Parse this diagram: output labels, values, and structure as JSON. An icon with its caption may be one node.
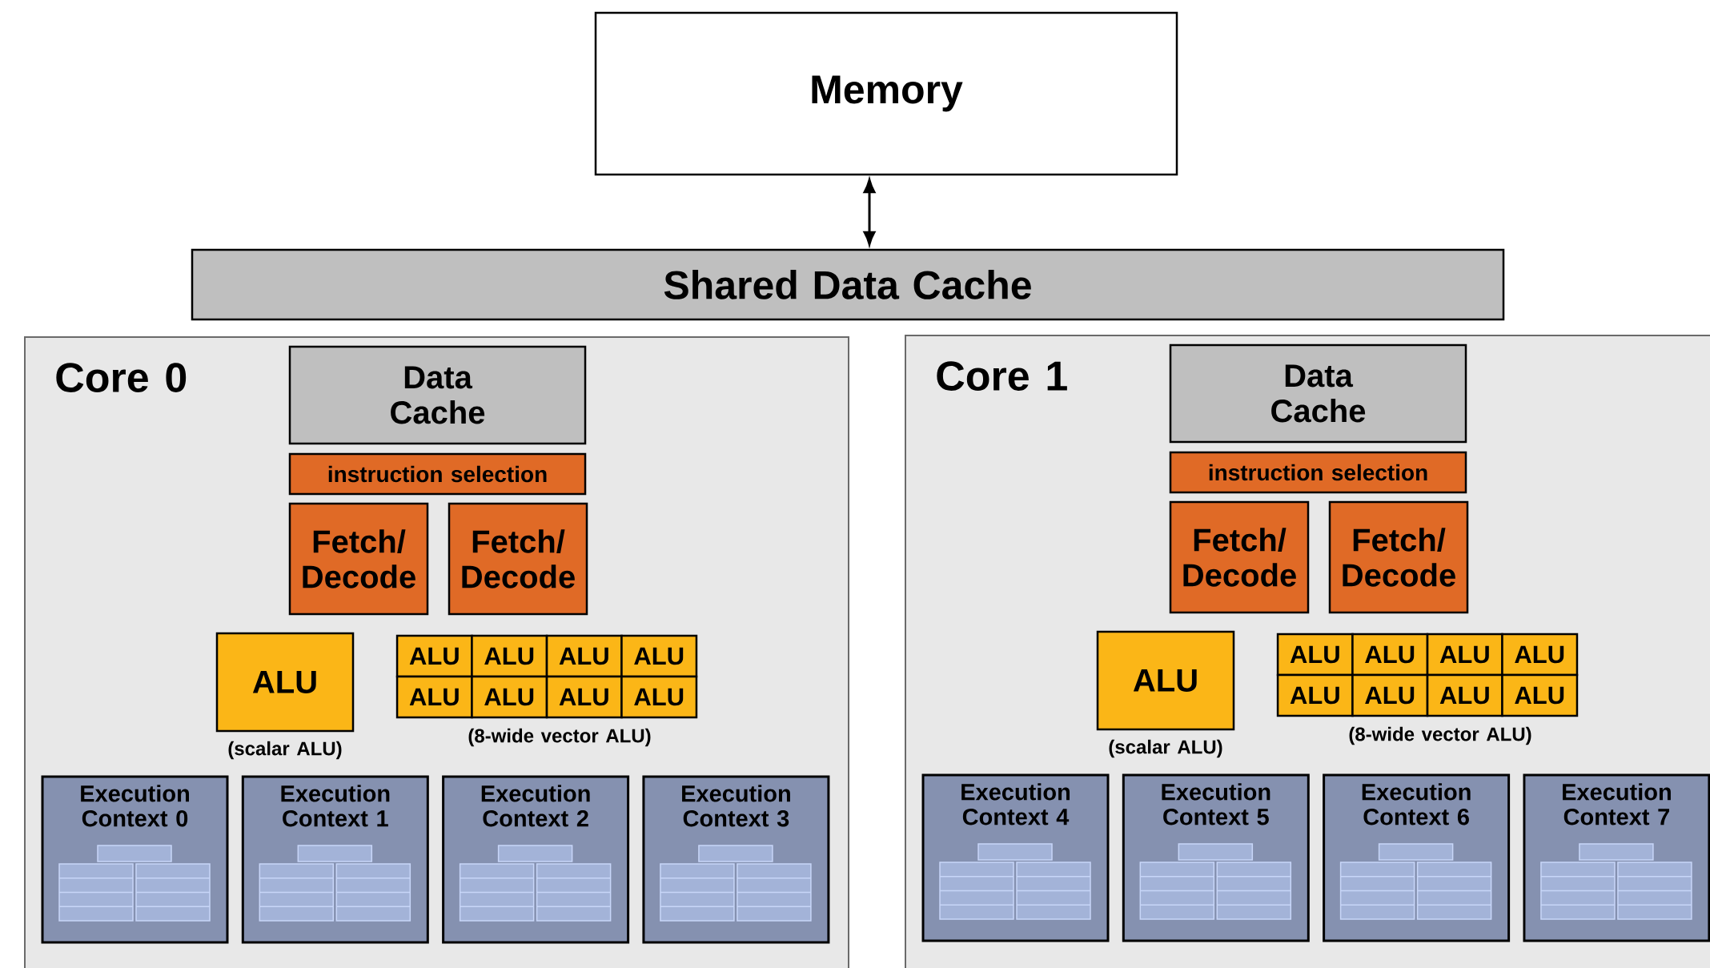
{
  "diagram": {
    "nodes": [
      {
        "text": [
          "Memory"
        ]
      },
      {
        "text": [
          "Shared Data Cache"
        ]
      },
      {
        "text": [
          "Core 0"
        ]
      },
      {
        "text": [
          "Data Cache"
        ],
        "in": 2
      },
      {
        "text": [
          "instruction selection"
        ],
        "in": 2
      },
      {
        "text": [
          "Fetch/ Decode"
        ],
        "in": 2
      },
      {
        "text": [
          "Fetch/ Decode"
        ],
        "in": 2
      },
      {
        "text": [
          "ALU"
        ],
        "in": 2,
        "beside": [
          "(scalar ALU)"
        ]
      },
      {
        "text": [
          "ALU"
        ],
        "in": 2
      },
      {
        "text": [
          "ALU"
        ],
        "in": 2
      },
      {
        "text": [
          "ALU"
        ],
        "in": 2
      },
      {
        "text": [
          "ALU"
        ],
        "in": 2
      },
      {
        "text": [
          "ALU"
        ],
        "in": 2
      },
      {
        "text": [
          "ALU"
        ],
        "in": 2
      },
      {
        "text": [
          "ALU"
        ],
        "in": 2
      },
      {
        "text": [
          "ALU"
        ],
        "in": 2
      },
      {
        "text": [
          "Execution Context 0"
        ],
        "in": 2
      },
      {
        "text": [
          "Execution Context 1"
        ],
        "in": 2
      },
      {
        "text": [
          "Execution Context 2"
        ],
        "in": 2
      },
      {
        "text": [
          "Execution Context 3"
        ],
        "in": 2
      },
      {
        "text": [
          "Core 1"
        ]
      },
      {
        "text": [
          "Data Cache"
        ],
        "in": 20
      },
      {
        "text": [
          "instruction selection"
        ],
        "in": 20
      },
      {
        "text": [
          "Fetch/ Decode"
        ],
        "in": 20
      },
      {
        "text": [
          "Fetch/ Decode"
        ],
        "in": 20
      },
      {
        "text": [
          "ALU"
        ],
        "in": 20,
        "beside": [
          "(scalar ALU)"
        ]
      },
      {
        "text": [
          "ALU"
        ],
        "in": 20
      },
      {
        "text": [
          "ALU"
        ],
        "in": 20
      },
      {
        "text": [
          "ALU"
        ],
        "in": 20
      },
      {
        "text": [
          "ALU"
        ],
        "in": 20
      },
      {
        "text": [
          "ALU"
        ],
        "in": 20
      },
      {
        "text": [
          "ALU"
        ],
        "in": 20
      },
      {
        "text": [
          "ALU"
        ],
        "in": 20
      },
      {
        "text": [
          "ALU"
        ],
        "in": 20
      },
      {
        "text": [
          "Execution Context 4"
        ],
        "in": 20
      },
      {
        "text": [
          "Execution Context 5"
        ],
        "in": 20
      },
      {
        "text": [
          "Execution Context 6"
        ],
        "in": 20
      },
      {
        "text": [
          "Execution Context 7"
        ],
        "in": 20
      }
    ],
    "edges": [
      {
        "from": 0,
        "to": 1,
        "arrow": "both"
      }
    ],
    "labels": [
      "(8-wide vector ALU)",
      "(8-wide vector ALU)"
    ]
  }
}
